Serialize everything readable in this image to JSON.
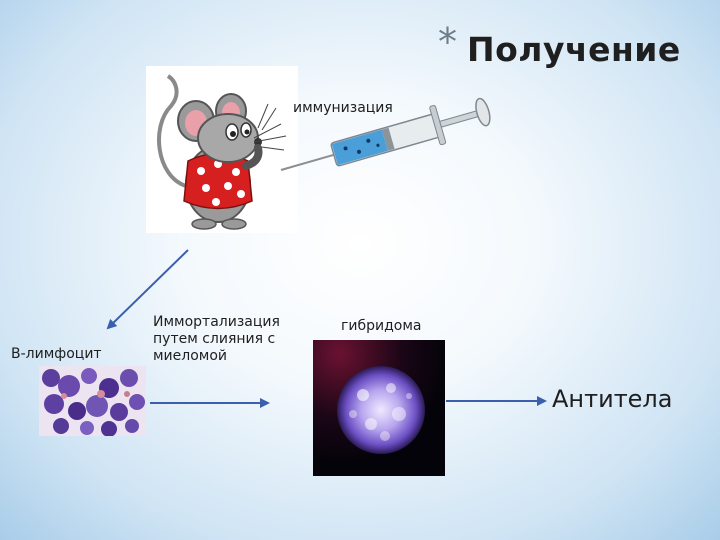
{
  "title": {
    "star": "*",
    "text": "Получение"
  },
  "labels": {
    "immunization": "иммунизация",
    "b_lymphocyte": "В-лимфоцит",
    "immortalization_line1": "Иммортализация",
    "immortalization_line2": "путем слияния с",
    "immortalization_line3": "миеломой",
    "hybridoma": "гибридома",
    "antibodies": "Антитела"
  },
  "colors": {
    "arrow": "#3a5fad",
    "syringe_fluid": "#4a9fd8",
    "mouse_dress": "#d62020"
  },
  "icons": {
    "mouse": "cartoon-mouse-icon",
    "syringe": "syringe-icon",
    "b_cells": "b-lymphocyte-micrograph",
    "hybridoma": "hybridoma-cell-micrograph"
  }
}
